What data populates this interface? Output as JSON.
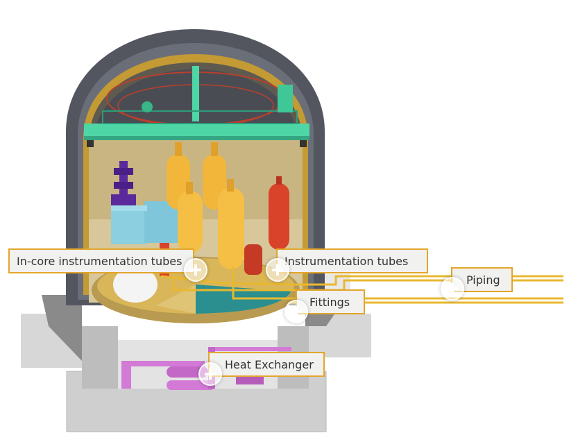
{
  "hotspots": [
    {
      "id": "in-core-instrumentation-tubes",
      "label": "In-core instrumentation tubes",
      "icon": "plus-icon"
    },
    {
      "id": "instrumentation-tubes",
      "label": "Instrumentation tubes",
      "icon": "plus-icon"
    },
    {
      "id": "piping",
      "label": "Piping",
      "icon": "plus-icon"
    },
    {
      "id": "fittings",
      "label": "Fittings",
      "icon": "plus-icon"
    },
    {
      "id": "heat-exchanger",
      "label": "Heat Exchanger",
      "icon": "plus-icon"
    }
  ],
  "colors": {
    "callout_border": "#e2a62a",
    "containment": "#53565f",
    "pipe_gold": "#e8b830",
    "crane_green": "#4fd6a6",
    "steam_generator": "#f2b63a",
    "pressurizer": "#d9432a",
    "pump_purple": "#5a2a9c",
    "heat_exchanger": "#d37ad6"
  }
}
